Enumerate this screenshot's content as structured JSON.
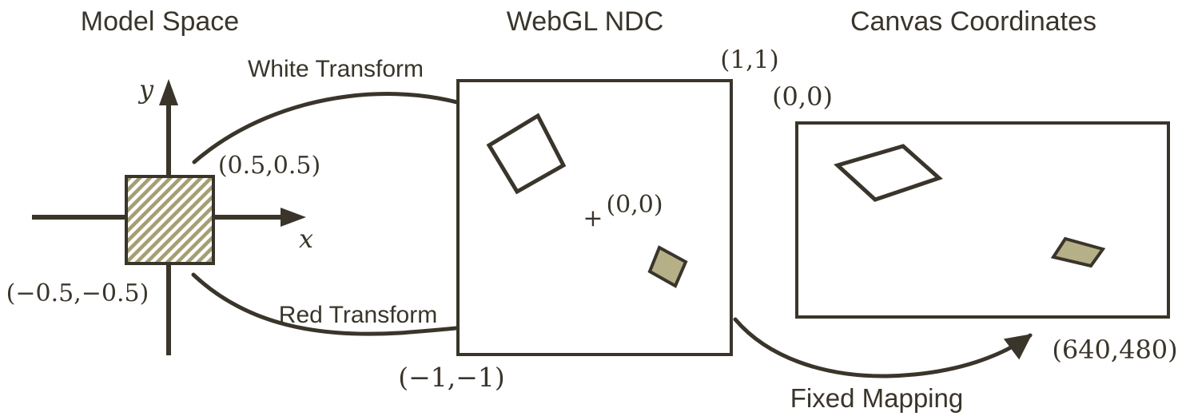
{
  "colors": {
    "ink": "#3a352b",
    "shape_fill": "#b5b088",
    "hatch_stripe": "#a49f73",
    "background": "#ffffff"
  },
  "panels": {
    "model_space": {
      "title": "Model Space",
      "y_axis_label": "y",
      "x_axis_label": "x",
      "square_top_right_label": "(0.5,0.5)",
      "square_bottom_left_label": "(−0.5,−0.5)"
    },
    "webgl_ndc": {
      "title": "WebGL NDC",
      "top_right_label": "(1,1)",
      "origin_marker": "+",
      "origin_label": "(0,0)",
      "bottom_left_label": "(−1,−1)"
    },
    "canvas": {
      "title": "Canvas Coordinates",
      "top_left_label": "(0,0)",
      "bottom_right_label": "(640,480)"
    }
  },
  "arrows": {
    "white_transform": {
      "label": "White Transform"
    },
    "red_transform": {
      "label": "Red Transform"
    },
    "fixed_mapping": {
      "label": "Fixed Mapping"
    }
  }
}
